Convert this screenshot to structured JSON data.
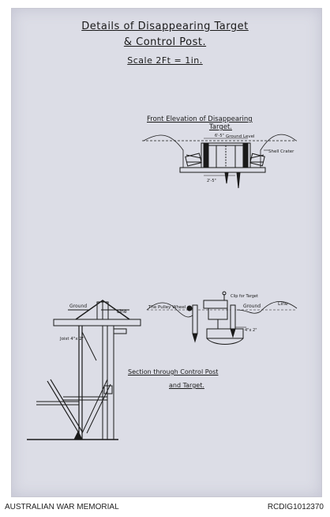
{
  "title": {
    "line1": "Details of Disappearing Target",
    "line2": "& Control Post.",
    "scale": "Scale 2Ft = 1in."
  },
  "front_elevation": {
    "heading_line1": "Front Elevation of Disappearing",
    "heading_line2": "Target.",
    "ground_level": "Ground Level",
    "shell_crater": "Shell Crater",
    "dim_top": "6'-5\"",
    "dim_bottom": "2'-5\""
  },
  "section": {
    "heading": "Section through Control Post",
    "heading2": "and Target.",
    "ground_line_left": "Ground",
    "line_left": "Line",
    "ground_line_right": "Ground",
    "line_right": "Line",
    "pulley_wheel": "The Pulley Wheel",
    "clip_for_target": "Clip for Target",
    "joist": "Joist 4\"x 2\"",
    "dim_4x2": "4\"x 2\""
  },
  "footer": {
    "left": "AUSTRALIAN WAR MEMORIAL",
    "right": "RCDIG1012370"
  }
}
